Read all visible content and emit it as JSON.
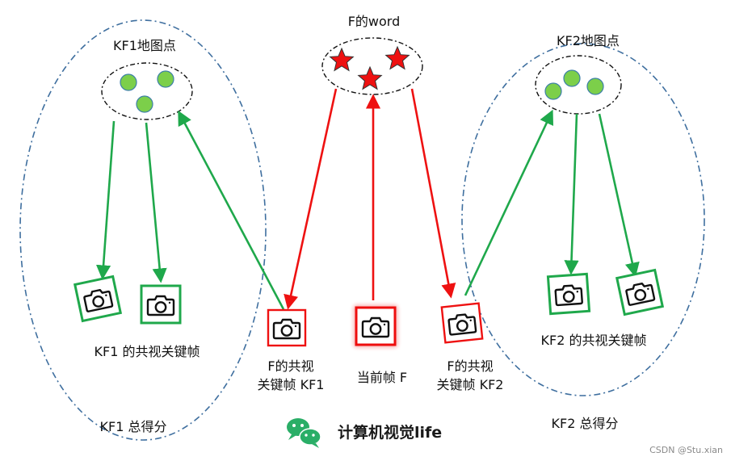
{
  "labels": {
    "kf1_map_points": "KF1地图点",
    "f_word": "F的word",
    "kf2_map_points": "KF2地图点",
    "kf1_covis": "KF1 的共视关键帧",
    "kf2_covis": "KF2 的共视关键帧",
    "f_covis_kf1_line1": "F的共视",
    "f_covis_kf1_line2": "关键帧 KF1",
    "current_frame": "当前帧 F",
    "f_covis_kf2_line1": "F的共视",
    "f_covis_kf2_line2": "关键帧 KF2",
    "kf1_score": "KF1 总得分",
    "kf2_score": "KF2 总得分",
    "brand": "计算机视觉life",
    "watermark": "CSDN @Stu.xian"
  },
  "icons": {
    "camera": "camera-icon",
    "star": "star-icon",
    "map_point": "map-point-circle",
    "wechat": "wechat-logo-icon"
  },
  "colors": {
    "green_arrow": "#1fa84b",
    "red_arrow": "#ee1111",
    "map_point_fill": "#7ccf4a",
    "star_fill": "#ee1111",
    "group_outline": "#3f6f9f"
  }
}
